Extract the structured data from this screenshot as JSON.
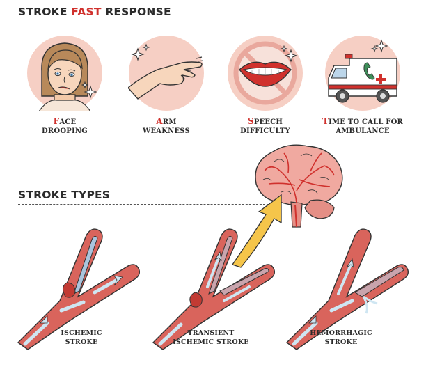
{
  "fast": {
    "title_main": "STROKE ",
    "title_accent": "FAST",
    "title_tail": " RESPONSE",
    "items": [
      {
        "first": "F",
        "rest_line1": "ACE",
        "line2": "DROOPING"
      },
      {
        "first": "A",
        "rest_line1": "RM",
        "line2": "WEAKNESS"
      },
      {
        "first": "S",
        "rest_line1": "PEECH",
        "line2": "DIFFICULTY"
      },
      {
        "first": "T",
        "rest_line1": "IME TO CALL FOR",
        "line2": "AMBULANCE"
      }
    ]
  },
  "types": {
    "title": "STROKE TYPES",
    "items": [
      {
        "line1": "ISCHEMIC",
        "line2": "STROKE"
      },
      {
        "line1": "TRANSIENT",
        "line2": "ISCHEMIC STROKE"
      },
      {
        "line1": "HEMORRHAGIC",
        "line2": "STROKE"
      }
    ]
  },
  "colors": {
    "accent_red": "#d0312d",
    "circle_pink": "#f6cfc4",
    "vessel_red": "#d9645c",
    "vessel_blue": "#a9c4dd",
    "arrow_yellow": "#f5c54a",
    "flow_arrow": "#cfe6f2"
  }
}
